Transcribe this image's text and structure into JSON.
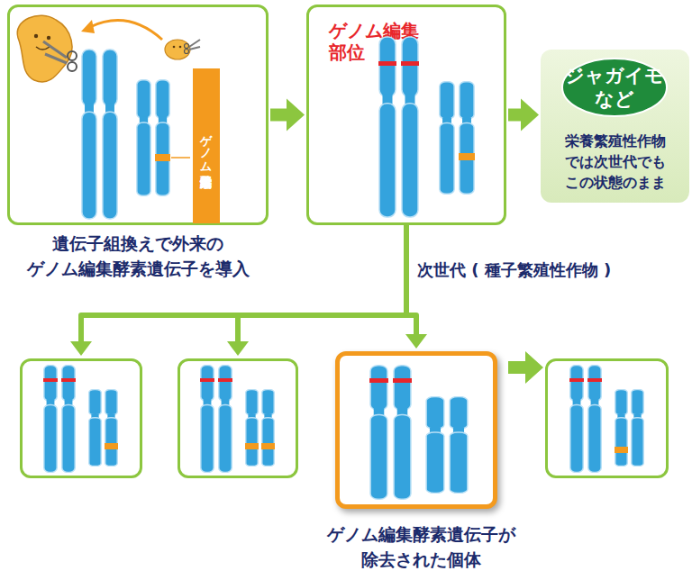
{
  "diagram": {
    "nodes": [
      {
        "text": [
          "遺伝子組換えで外来の ゲノム編集酵素遺伝子を導入"
        ]
      },
      {
        "text": [
          "ゲノム編集酵素遺伝子"
        ],
        "in": 0
      },
      {
        "text": [
          "ゲノム編集 部位"
        ]
      },
      {
        "text": [
          "栄養繁殖性作物 では次世代でも この状態のまま"
        ]
      },
      {
        "text": [
          "ジャガイモ など"
        ],
        "in": 3
      },
      {
        "text": []
      },
      {
        "text": []
      },
      {
        "text": [
          "ゲノム編集酵素遺伝子が 除去された個体"
        ]
      },
      {
        "text": []
      }
    ],
    "edges": [
      {
        "from": 0,
        "to": 2,
        "arrow": "to"
      },
      {
        "from": 2,
        "to": 3,
        "arrow": "to"
      },
      {
        "from": 2,
        "to": 5,
        "arrow": "to",
        "label": "次世代 ( 種子繁殖性作物 )"
      },
      {
        "from": 2,
        "to": 6,
        "arrow": "to"
      },
      {
        "from": 2,
        "to": 7,
        "arrow": "to"
      },
      {
        "from": 2,
        "to": 8,
        "arrow": "to"
      }
    ]
  }
}
